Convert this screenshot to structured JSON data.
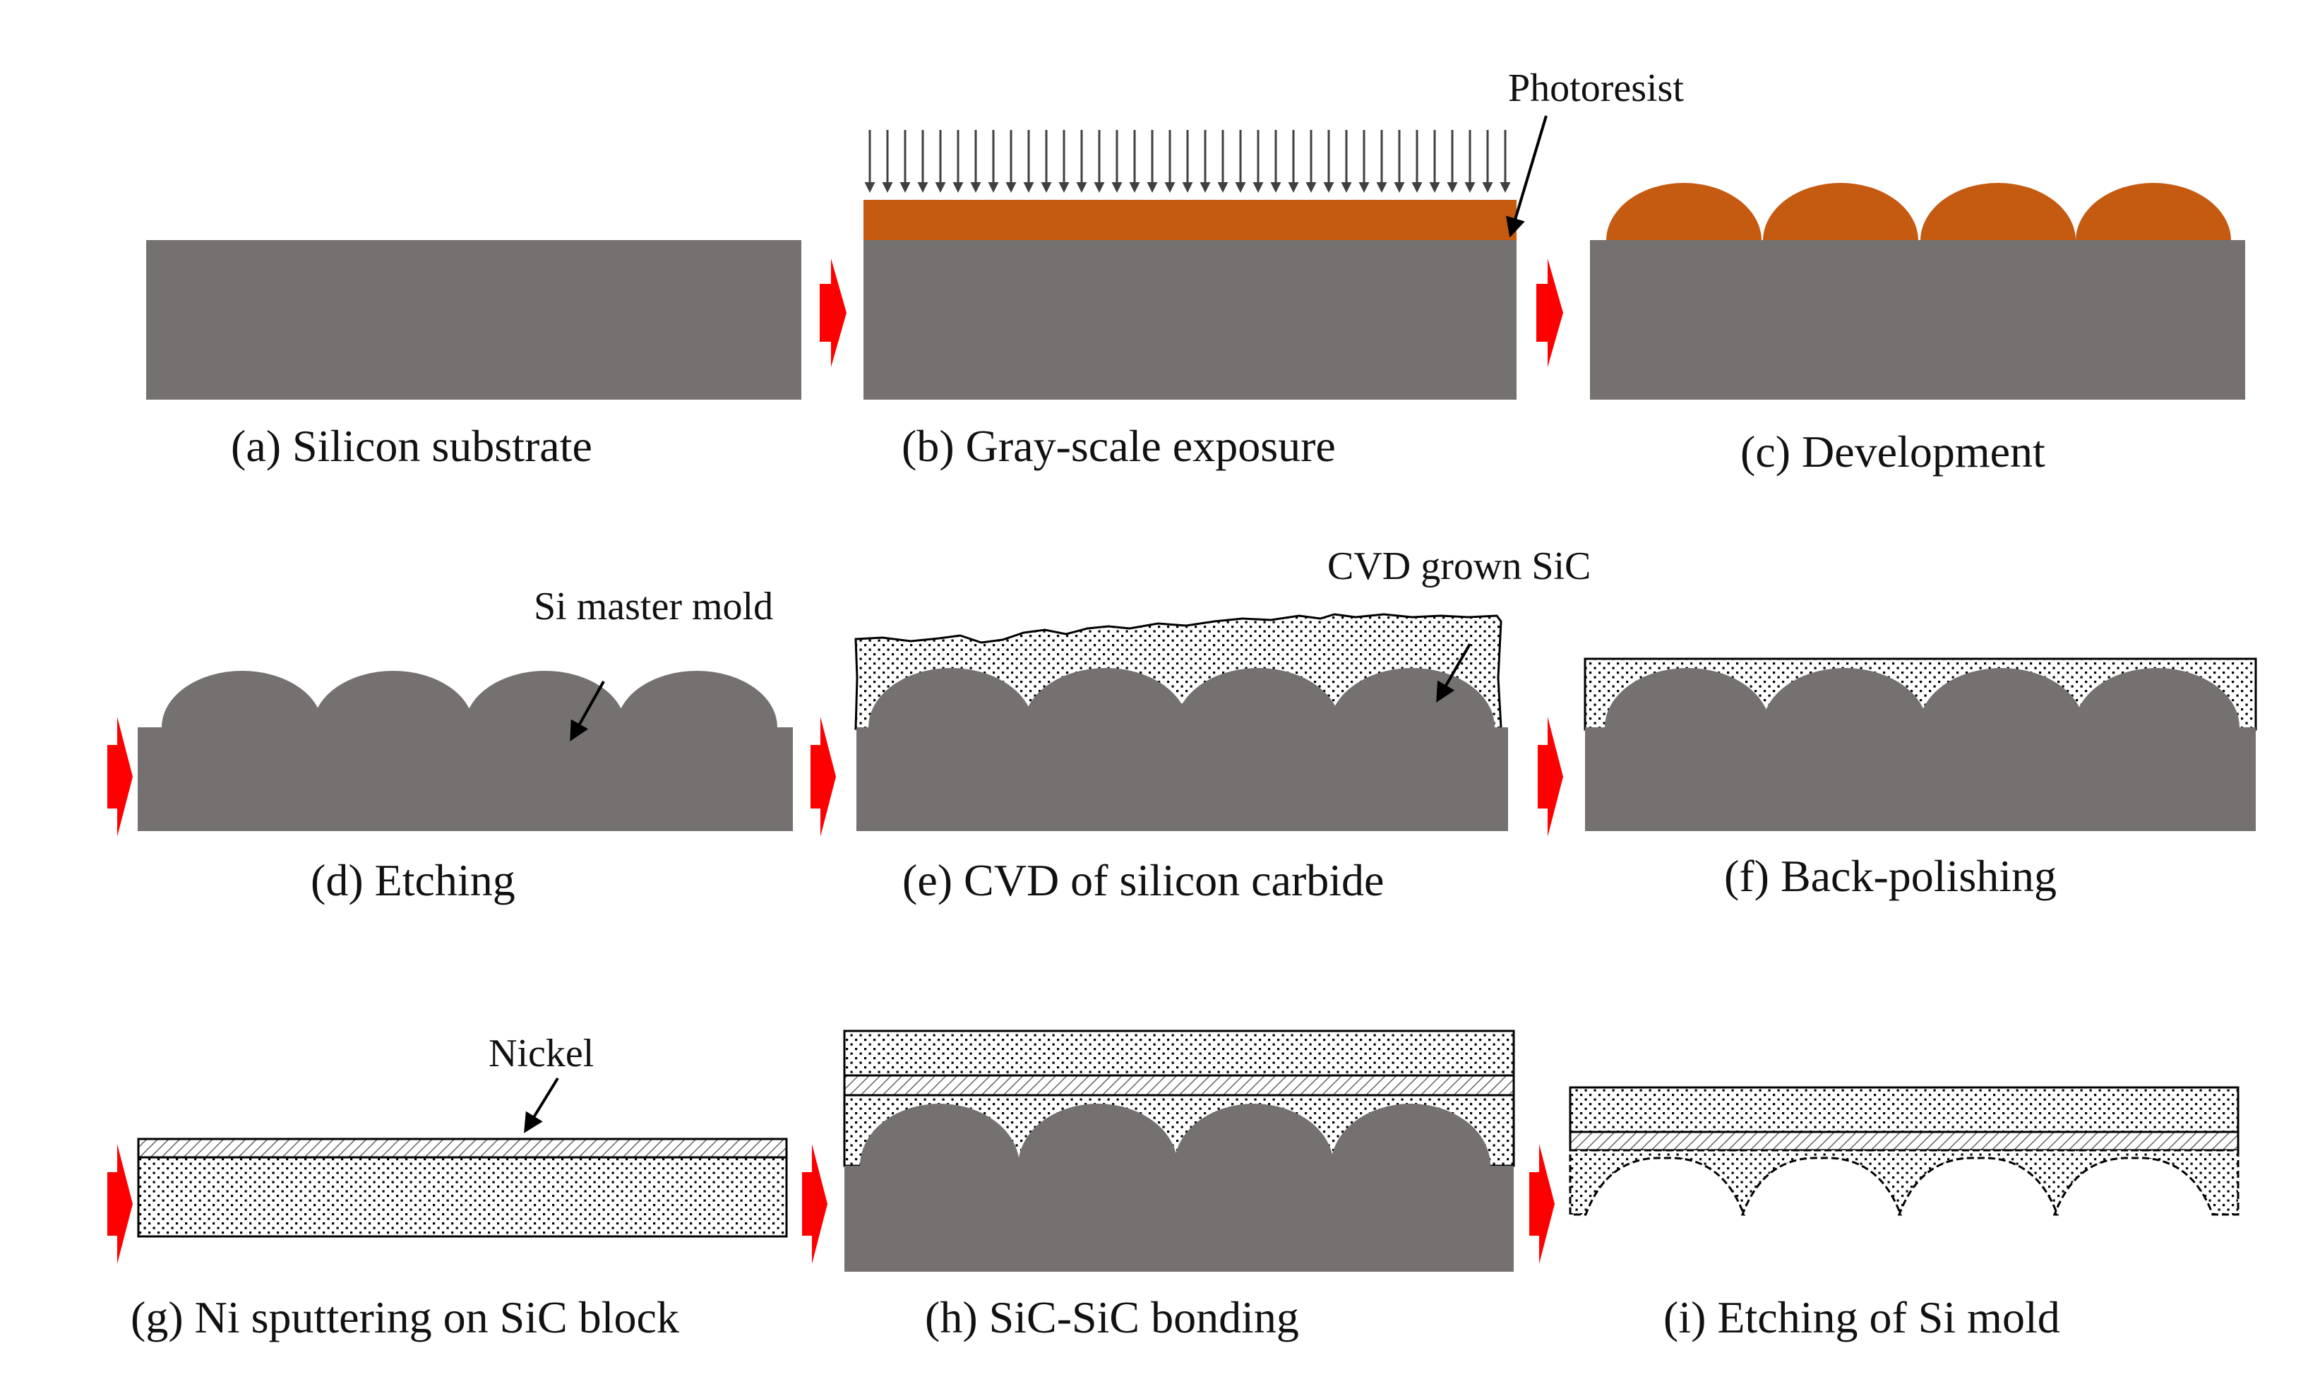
{
  "colors": {
    "silicon": "#757170",
    "photoresist": "#c55a11",
    "arrow": "#ff0000",
    "exposure": "#404040",
    "sic_fill": "#ffffff",
    "sic_dots": "#000000"
  },
  "steps": [
    {
      "id": "a",
      "caption": "(a) Silicon substrate"
    },
    {
      "id": "b",
      "caption": "(b) Gray-scale  exposure",
      "label": "Photoresist"
    },
    {
      "id": "c",
      "caption": "(c) Development"
    },
    {
      "id": "d",
      "caption": "(d) Etching",
      "label": "Si master mold"
    },
    {
      "id": "e",
      "caption": "(e) CVD of silicon carbide",
      "label": "CVD grown  SiC"
    },
    {
      "id": "f",
      "caption": "(f) Back-polishing"
    },
    {
      "id": "g",
      "caption": "(g) Ni sputtering on SiC block",
      "label": "Nickel"
    },
    {
      "id": "h",
      "caption": "(h) SiC-SiC bonding"
    },
    {
      "id": "i",
      "caption": "(i) Etching of Si mold"
    }
  ]
}
